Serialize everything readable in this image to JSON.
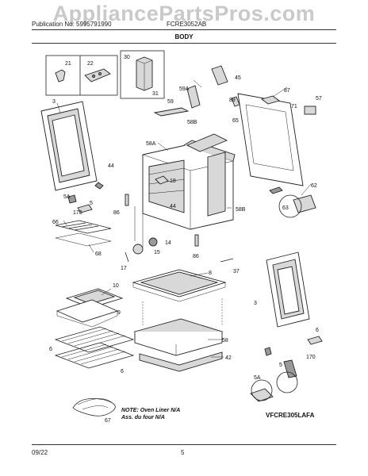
{
  "watermark": "AppliancePartsPros.com",
  "header": {
    "publication_label": "Publication No:",
    "publication_no": "5995791990",
    "model_code": "FCRE3052AB",
    "section_title": "BODY"
  },
  "footer": {
    "date": "09/22",
    "page_number": "5"
  },
  "note": {
    "line1": "NOTE: Oven Liner N/A",
    "line2": "Ass. du four N/A"
  },
  "diagram_id": "VFCRE305LAFA",
  "callouts": {
    "c21": "21",
    "c22": "22",
    "c30": "30",
    "c31": "31",
    "c45": "45",
    "c59a": "59A",
    "c59": "59",
    "c58b_top": "58B",
    "c87": "87",
    "c89": "89",
    "c71": "71",
    "c57": "57",
    "c65": "65",
    "c3_left": "3",
    "c58a": "58A",
    "c44_a": "44",
    "c18": "18",
    "c44_b": "44",
    "c86_a": "86",
    "c58b": "58B",
    "c62": "62",
    "c63": "63",
    "c5a_left": "5A",
    "c5_left": "5",
    "c170_left": "170",
    "c66": "66",
    "c68": "68",
    "c14": "14",
    "c15": "15",
    "c17": "17",
    "c86_b": "86",
    "c37": "37",
    "c10": "10",
    "c8": "8",
    "c9": "9",
    "c3_right": "3",
    "c58": "58",
    "c6_a": "6",
    "c6_b": "6",
    "c42": "42",
    "c67": "67",
    "c5a_right": "5A",
    "c5_right": "5",
    "c170_right": "170",
    "c6_right": "6"
  }
}
